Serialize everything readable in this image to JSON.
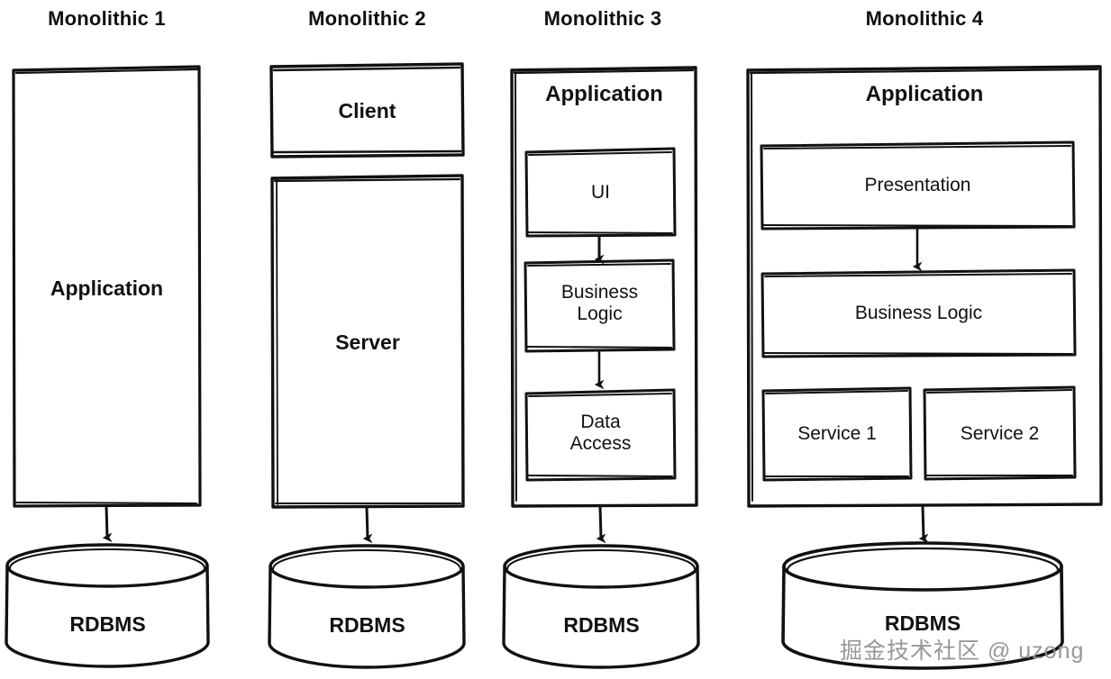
{
  "diagram": {
    "title_row": [
      {
        "label": "Monolithic 1"
      },
      {
        "label": "Monolithic 2"
      },
      {
        "label": "Monolithic 3"
      },
      {
        "label": "Monolithic 4"
      }
    ],
    "columns": [
      {
        "name": "monolithic-1",
        "title": "Monolithic 1",
        "boxes": [
          {
            "label": "Application"
          }
        ],
        "database": {
          "label": "RDBMS"
        }
      },
      {
        "name": "monolithic-2",
        "title": "Monolithic 2",
        "boxes": [
          {
            "label": "Client"
          },
          {
            "label": "Server"
          }
        ],
        "database": {
          "label": "RDBMS"
        }
      },
      {
        "name": "monolithic-3",
        "title": "Monolithic 3",
        "container_label": "Application",
        "boxes": [
          {
            "label": "UI"
          },
          {
            "label": "Business\nLogic"
          },
          {
            "label": "Data\nAccess"
          }
        ],
        "database": {
          "label": "RDBMS"
        }
      },
      {
        "name": "monolithic-4",
        "title": "Monolithic 4",
        "container_label": "Application",
        "boxes": [
          {
            "label": "Presentation"
          },
          {
            "label": "Business Logic"
          },
          {
            "label": "Service 1"
          },
          {
            "label": "Service 2"
          }
        ],
        "database": {
          "label": "RDBMS"
        }
      }
    ],
    "watermark": "掘金技术社区 @ uzong",
    "colors": {
      "stroke": "#111111",
      "background": "#ffffff",
      "text": "#111111",
      "watermark": "#8c8c8c"
    }
  }
}
